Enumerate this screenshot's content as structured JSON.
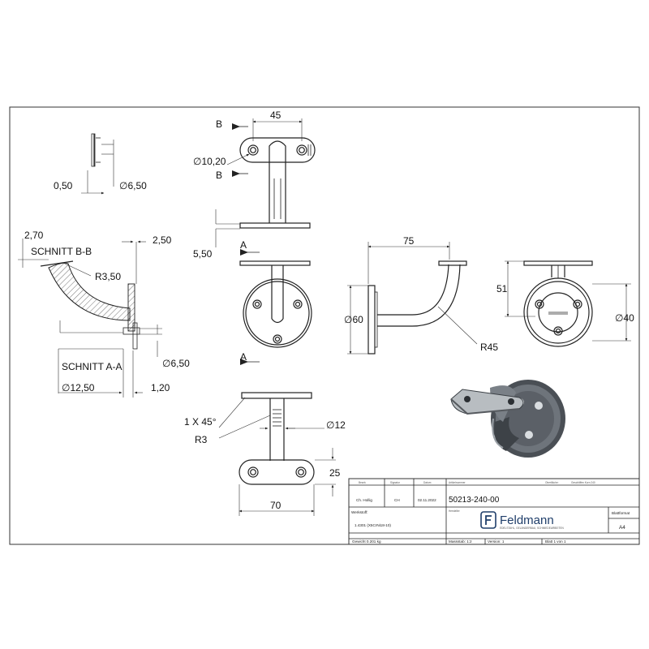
{
  "drawing": {
    "dims": {
      "d45": "45",
      "d10_20": "∅10,20",
      "d0_50": "0,50",
      "d6_50_top": "∅6,50",
      "d5_50": "5,50",
      "d2_70": "2,70",
      "d2_50": "2,50",
      "d75": "75",
      "d51": "51",
      "d60": "∅60",
      "d40": "∅40",
      "dR45": "R45",
      "dR3_50": "R3,50",
      "d6_50_sec": "∅6,50",
      "d12_50": "∅12,50",
      "d1_20": "1,20",
      "d1x45": "1 X 45°",
      "dR3": "R3",
      "d12": "∅12",
      "d25": "25",
      "d70": "70"
    },
    "section_labels": {
      "bb": "SCHNITT B-B",
      "aa": "SCHNITT A-A"
    },
    "cut_markers": {
      "b_top": "B",
      "b_bottom": "B",
      "a_top": "A",
      "a_bottom": "A"
    }
  },
  "title_block": {
    "headers": {
      "bearb": "Bearb.",
      "signatur": "Signatur",
      "datum": "Datum",
      "artikel": "Artikelnummer",
      "oberflaeche": "Oberfläche:",
      "oberflaeche_value": "Geschliffen Korn 240"
    },
    "author": "Ch. Hollig",
    "signature": "CH",
    "date": "02.11.2022",
    "part_number": "50213-240-00",
    "werkstoff_label": "Werkstoff:",
    "werkstoff_value": "1.4301 (X5CrNi18-10)",
    "hersteller_label": "Hersteller",
    "brand": "Feldmann",
    "brand_sub": "EDELSTAHL, GELÄNDERBAU, SCHMIEDEARBEITEN",
    "blattformat_label": "Blattformat",
    "blattformat": "A4",
    "gewicht": "Gewicht 0.201 kg",
    "massstab": "Massstab: 1:2",
    "version": "Version: 1",
    "blatt": "Blatt 1 von 1"
  }
}
